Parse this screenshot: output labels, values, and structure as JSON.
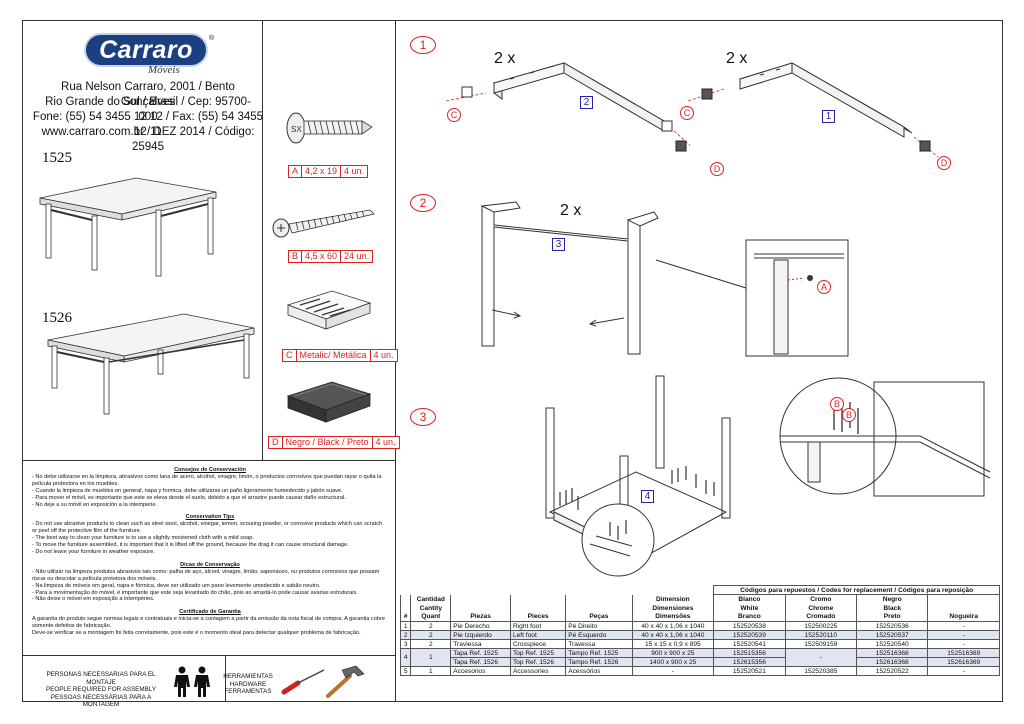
{
  "brand": {
    "name": "Carraro",
    "sub": "Móveis",
    "reg": "®"
  },
  "address": {
    "line1": "Rua Nelson Carraro, 2001 / Bento Gonçalves",
    "line2": "Rio Grande do Sul  / Brasil / Cep: 95700-000",
    "line3": "Fone: (55) 54 3455 12 12 / Fax: (55) 54 3455 12 11",
    "line4": "www.carraro.com.br  / DEZ 2014 / Código: 25945"
  },
  "models": {
    "m1": "1525",
    "m2": "1526"
  },
  "parts": {
    "a": {
      "letter": "A",
      "size": "4,2 x 19",
      "qty": "4 un."
    },
    "b": {
      "letter": "B",
      "size": "4,5 x 60",
      "qty": "24 un."
    },
    "c": {
      "letter": "C",
      "size": "Metalic/ Metálica",
      "qty": "4 un."
    },
    "d": {
      "letter": "D",
      "size": "Negro / Black / Preto",
      "qty": "4 un."
    }
  },
  "tips": {
    "es_title": "Consejos de Conservación",
    "es_1": "- No debe utilizarse en la limpieza, abrasivos como lana de acero, alcohol, vinagre, limón,  o productos corrosivos que puedan rayar o quita la película protectora en los muebles.",
    "es_2": "- Cuando la limpieza de muebles en general, napa y formica, debe utilizarse un paño ligeramente humedecido y jabón suave.",
    "es_3": "- Para mover el móvil, es importante que este se eleva desde el suelo, debido a que el arrastre puede causar daño estructural.",
    "es_4": "- No deje a su móvil en exposición a la intemperie.",
    "en_title": "Conservation Tips",
    "en_1": "- Do not use abrasive products to clean such as steel wool, alcohol, vinegar, lemon, scouring powder, or corrosive products which can scratch or peel off the protective film of the furniture.",
    "en_2": "- The best way to clean your furniture  is to use a slightly moistened cloth with a mild soap.",
    "en_3": "- To move the furniture assembled, it is important that it is lifted off the ground,  because the drag it can cause structural damage.",
    "en_4": "- Do not leave your furniture in weather exposure.",
    "pt_title": "Dicas de Conservação",
    "pt_1": "- Não utilizar na limpeza produtos abrasivos tais como: palha de aço, álcool, vinagre, limão, saponáceo, ou produtos corrosivos que possam riscar ou descolar a película protetora dos móveis.",
    "pt_2": "- Na limpeza de móveis em geral, napa e fórmica, deve ser utilizado um pano levemente umedecido e sabão neutro.",
    "pt_3": "- Para a movimentação do móvel, é importante que este seja levantado do chão, pois ao arrastá-lo pode causar avarias estruturais.",
    "pt_4": "- Não deixe o móvel em exposição a intempéries.",
    "cert_title": "Certificado de Garantia",
    "cert_1": "A garantia do produto segue normas legais e contratuais e inicia-se a contagem a partir da emissão da nota fiscal de compra. A garantia cobre somente defeitos de fabricação.",
    "cert_2": "Deve-se verificar se a montagem foi feita corretamente, pois este é o momento ideal para detectar qualquer problema de fabricação."
  },
  "assembly": {
    "people_1": "PERSONAS NECESSARIAS PARA EL MONTAJE",
    "people_2": "PEOPLE REQUIRED FOR ASSEMBLY",
    "people_3": "PESSOAS NECESSÁRIAS PARA A MONTAGEM",
    "tools_1": "HERRAMIENTAS",
    "tools_2": "HARDWARE",
    "tools_3": "FERRAMENTAS"
  },
  "steps": {
    "s1": "1",
    "s2": "2",
    "s3": "3",
    "count_2x": "2 x",
    "callout_1": "1",
    "callout_2": "2",
    "callout_3": "3",
    "callout_4": "4",
    "letter_a": "A",
    "letter_b": "B",
    "letter_c": "C",
    "letter_d": "D"
  },
  "table": {
    "group_header": "Códigos para repuestos / Codes for replacement / Códigos para reposição",
    "h_num": "#",
    "h_qty": [
      "Cantidad",
      "Cantity",
      "Quant"
    ],
    "h_piezas": "Piezas",
    "h_pieces": "Pieces",
    "h_pecas": "Peças",
    "h_dim": [
      "Dimension",
      "Dimensiones",
      "Dimensões"
    ],
    "h_white": [
      "Blanco",
      "White",
      "Branco"
    ],
    "h_chrome": [
      "Cromo",
      "Chrome",
      "Cromado"
    ],
    "h_black": [
      "Negro",
      "Black",
      "Preto"
    ],
    "h_nogueira": "Nogueira",
    "rows": [
      {
        "n": "1",
        "q": "2",
        "es": "Pie Derecho",
        "en": "Right foot",
        "pt": "Pé Direito",
        "dim": "40 x 40 x 1,06 x 1040",
        "white": "152520538",
        "chrome": "152500225",
        "black": "152520536",
        "nog": "-"
      },
      {
        "n": "2",
        "q": "2",
        "es": "Pie Izquierdo",
        "en": "Left foot",
        "pt": "Pé Esquerdo",
        "dim": "40 x 40 x 1,06 x 1040",
        "white": "152520539",
        "chrome": "152520110",
        "black": "152520537",
        "nog": "-"
      },
      {
        "n": "3",
        "q": "2",
        "es": "Traviessa",
        "en": "Crosspiece",
        "pt": "Travessa",
        "dim": "15 x 15 x 0,9 x 895",
        "white": "152520541",
        "chrome": "152509159",
        "black": "152520540",
        "nog": "-"
      },
      {
        "n": "4",
        "q": "1",
        "es": "Tapa Ref. 1525",
        "en": "Top Ref. 1525",
        "pt": "Tampo Ref. 1525",
        "dim": "900 x 900 x 25",
        "white": "152515356",
        "chrome": "-",
        "black": "152516368",
        "nog": "152516369"
      },
      {
        "n": "",
        "q": "",
        "es": "Tapa Ref. 1526",
        "en": "Top Ref. 1526",
        "pt": "Tampo Ref. 1526",
        "dim": "1400 x 900 x 25",
        "white": "152615356",
        "chrome": "",
        "black": "152616368",
        "nog": "152616369"
      },
      {
        "n": "5",
        "q": "1",
        "es": "Accesorios",
        "en": "Accessories",
        "pt": "Acessórios",
        "dim": "-",
        "white": "152520521",
        "chrome": "152520385",
        "black": "152520522",
        "nog": "-"
      }
    ]
  }
}
